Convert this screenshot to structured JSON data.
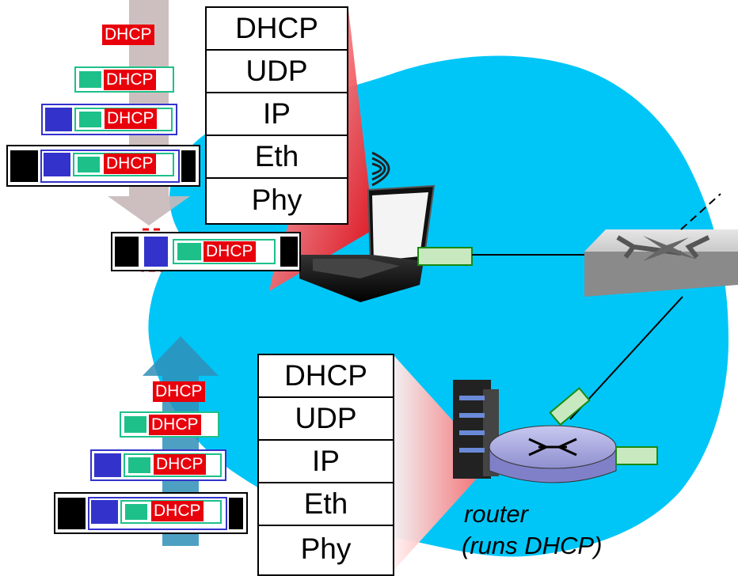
{
  "packet_label": "DHCP",
  "top_stack": [
    "DHCP",
    "UDP",
    "IP",
    "Eth",
    "Phy"
  ],
  "bottom_stack": [
    "DHCP",
    "UDP",
    "IP",
    "Eth",
    "Phy"
  ],
  "router_label_line1": "router",
  "router_label_line2": "(runs DHCP)",
  "colors": {
    "cloud": "#00c6f8",
    "dhcp": "#e8000b",
    "udp": "#1ec08a",
    "ip": "#3333cc",
    "eth": "#000000",
    "arrow_down": "#c8b8b8",
    "arrow_up": "#2f8fb8"
  },
  "icons": [
    "laptop-icon",
    "switch-icon",
    "router-icon",
    "server-icon",
    "wifi-icon"
  ]
}
